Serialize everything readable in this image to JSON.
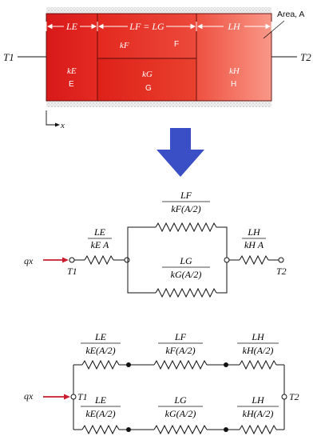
{
  "wall": {
    "area_label": "Area, A",
    "T1": "T1",
    "T2": "T2",
    "x_label": "x",
    "dims": {
      "LE": "LE",
      "LF_eq_LG": "LF = LG",
      "LH": "LH"
    },
    "layers": {
      "E": {
        "k": "kE",
        "name": "E"
      },
      "F": {
        "k": "kF",
        "name": "F"
      },
      "G": {
        "k": "kG",
        "name": "G"
      },
      "H": {
        "k": "kH",
        "name": "H"
      }
    }
  },
  "circuit1": {
    "q": "qx",
    "T1": "T1",
    "T2": "T2",
    "R_E": {
      "num": "LE",
      "den": "kE A"
    },
    "R_F": {
      "num": "LF",
      "den": "kF(A/2)"
    },
    "R_G": {
      "num": "LG",
      "den": "kG(A/2)"
    },
    "R_H": {
      "num": "LH",
      "den": "kH A"
    }
  },
  "circuit2": {
    "q": "qx",
    "T1": "T1",
    "T2": "T2",
    "top": [
      {
        "num": "LE",
        "den": "kE(A/2)"
      },
      {
        "num": "LF",
        "den": "kF(A/2)"
      },
      {
        "num": "LH",
        "den": "kH(A/2)"
      }
    ],
    "bottom": [
      {
        "num": "LE",
        "den": "kE(A/2)"
      },
      {
        "num": "LG",
        "den": "kG(A/2)"
      },
      {
        "num": "LH",
        "den": "kH(A/2)"
      }
    ]
  },
  "colors": {
    "wall_dark": "#e0201e",
    "wall_light": "#f26a5c",
    "arrow_big": "#3a4fc6",
    "q_arrow": "#c81e2e",
    "line": "#111111"
  }
}
